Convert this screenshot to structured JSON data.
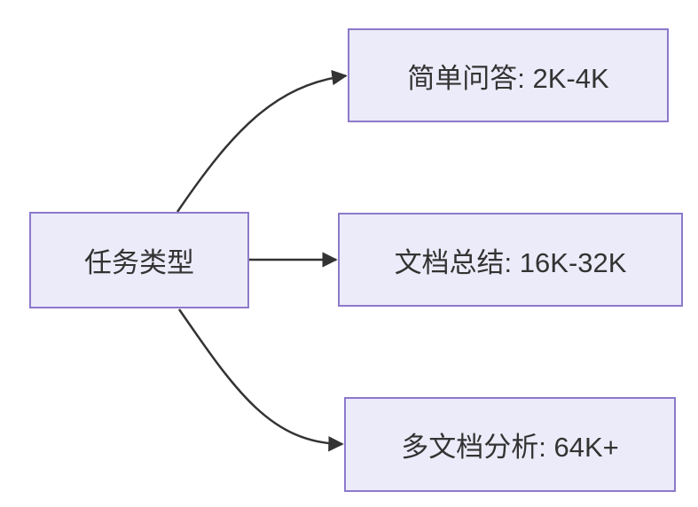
{
  "diagram": {
    "type": "flowchart-left-to-right",
    "colors": {
      "background": "#FFFFFF",
      "node_fill": "#ECEBF9",
      "node_border": "#8C79CB",
      "edge": "#333333",
      "text": "#333333"
    },
    "root": {
      "label": "任务类型"
    },
    "branches": [
      {
        "label": "简单问答: 2K-4K"
      },
      {
        "label": "文档总结: 16K-32K"
      },
      {
        "label": "多文档分析: 64K+"
      }
    ]
  }
}
